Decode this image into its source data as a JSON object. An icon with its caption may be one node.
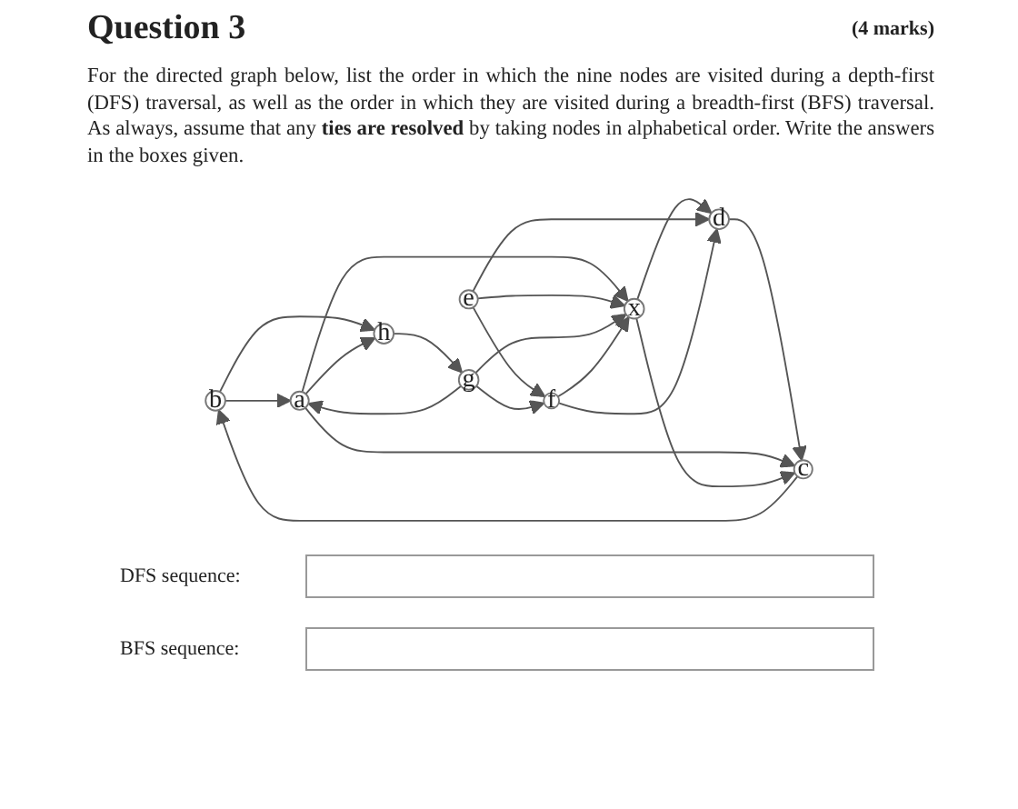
{
  "diagram": {
    "title": "Question 3",
    "nodes": [
      {
        "text": [
          "b"
        ]
      },
      {
        "text": [
          "c"
        ]
      },
      {
        "text": [
          "d"
        ]
      },
      {
        "text": [
          "a"
        ]
      },
      {
        "text": [
          "x"
        ]
      },
      {
        "text": [
          "e"
        ]
      },
      {
        "text": [
          "h"
        ]
      },
      {
        "text": [
          "g"
        ]
      },
      {
        "text": [
          "f"
        ]
      }
    ],
    "edges": [
      {
        "from": 1,
        "to": 0,
        "arrow": "to"
      },
      {
        "from": 2,
        "to": 1,
        "arrow": "to"
      },
      {
        "from": 0,
        "to": 3,
        "arrow": "to"
      },
      {
        "from": 0,
        "to": 6,
        "arrow": "to"
      },
      {
        "from": 3,
        "to": 1,
        "arrow": "to"
      },
      {
        "from": 4,
        "to": 1,
        "arrow": "to"
      },
      {
        "from": 4,
        "to": 2,
        "arrow": "to"
      },
      {
        "from": 5,
        "to": 2,
        "arrow": "to"
      },
      {
        "from": 8,
        "to": 2,
        "arrow": "to"
      },
      {
        "from": 3,
        "to": 4,
        "arrow": "to"
      },
      {
        "from": 5,
        "to": 4,
        "arrow": "to"
      },
      {
        "from": 3,
        "to": 6,
        "arrow": "to"
      },
      {
        "from": 7,
        "to": 3,
        "arrow": "to"
      },
      {
        "from": 7,
        "to": 4,
        "arrow": "to"
      },
      {
        "from": 8,
        "to": 4,
        "arrow": "to"
      },
      {
        "from": 5,
        "to": 8,
        "arrow": "to"
      },
      {
        "from": 6,
        "to": 7,
        "arrow": "to"
      },
      {
        "from": 7,
        "to": 8,
        "arrow": "to"
      }
    ],
    "labels": [
      "(4 marks)",
      "For the directed graph below, list the order in which the nine nodes are visited during a depth-first (DFS) traversal, as well as the order in which they are visited during a breadth-first (BFS) traversal. As always, assume that any **ties are resolved** by taking nodes in alphabetical order. Write the answers in the boxes given.",
      "DFS sequence:",
      "BFS sequence:"
    ]
  }
}
